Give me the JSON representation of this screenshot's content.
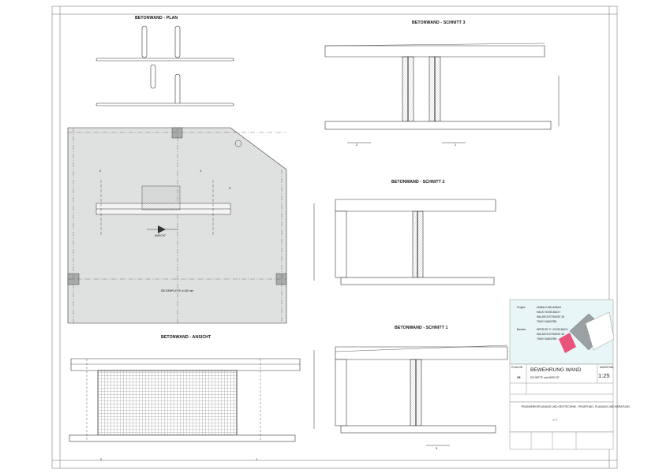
{
  "drawing": {
    "title_plan": "BETONWAND - PLAN",
    "title_ansicht": "BETONWAND - ANSICHT",
    "title_schnitt3": "BETONWAND - SCHNITT 3",
    "title_schnitt2": "BETONWAND - SCHNITT 2",
    "title_schnitt1": "BETONWAND - SCHNITT 1",
    "plan_label_ansicht": "ANSICHT",
    "section_marks": [
      "1",
      "2",
      "3"
    ],
    "slab_note": "DECKENPLATTE d=160 mm"
  },
  "title_block": {
    "projekt_label": "Projekt:",
    "projekt_lines": [
      "UMBAU UND ANBAU",
      "HAUS VOGELBACH",
      "WALDECKSTRASSE 38",
      "79400 KANDERN"
    ],
    "bauherr_label": "Bauherr:",
    "bauherr_lines": [
      "HERR DR. P. VOGELBACH",
      "WALDECKSTRASSE 38",
      "79400 KANDERN"
    ],
    "plan_title": "BEWEHRUNG WAND",
    "plan_subtitle": "SCHNITTE und ANSICHT",
    "scale_label": "MASSSTAB",
    "scale": "1:25",
    "plan_nr_label": "PLAN-NR.",
    "plan_nr": "28",
    "office_line": "TRAGWERKSPLANUNG UND GEOTECHNIK - PRUEFUNG, PLANUNG UND BERATUNG",
    "office_logo": "S P",
    "colors": {
      "accent": "#e8f6f8",
      "pink": "#e9527a",
      "grey": "#9aa1a3"
    }
  },
  "icons": [
    "site-plan-icon"
  ]
}
